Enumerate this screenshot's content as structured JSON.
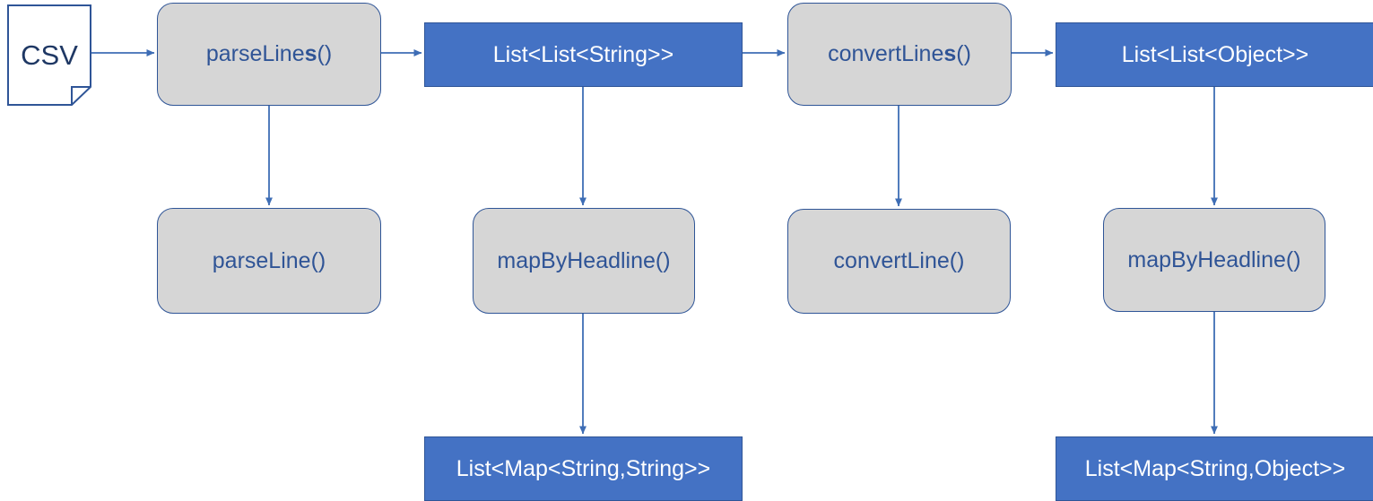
{
  "diagram": {
    "title": "CSV parsing pipeline flowchart",
    "colors": {
      "process_fill": "#D6D6D6",
      "data_fill": "#4472C4",
      "stroke": "#2F5597",
      "process_text": "#2F5496",
      "data_text": "#FFFFFF",
      "doc_text": "#1F3864",
      "background": "#FFFFFF"
    },
    "source": {
      "label": "CSV",
      "shape": "document"
    },
    "nodes": [
      {
        "id": "parse-lines",
        "label_prefix": "parseLine",
        "label_bold": "s",
        "label_suffix": "()",
        "label": "parseLines()",
        "kind": "process"
      },
      {
        "id": "list-list-string",
        "label": "List<List<String>>",
        "kind": "data"
      },
      {
        "id": "convert-lines",
        "label_prefix": "convertLine",
        "label_bold": "s",
        "label_suffix": "()",
        "label": "convertLines()",
        "kind": "process"
      },
      {
        "id": "list-list-object",
        "label": "List<List<Object>>",
        "kind": "data"
      },
      {
        "id": "parse-line",
        "label": "parseLine()",
        "kind": "process"
      },
      {
        "id": "map-by-headline-1",
        "label": "mapByHeadline()",
        "kind": "process"
      },
      {
        "id": "convert-line",
        "label": "convertLine()",
        "kind": "process"
      },
      {
        "id": "map-by-headline-2",
        "label": "mapByHeadline()",
        "kind": "process"
      },
      {
        "id": "list-map-string",
        "label": "List<Map<String,String>>",
        "kind": "data"
      },
      {
        "id": "list-map-object",
        "label": "List<Map<String,Object>>",
        "kind": "data"
      }
    ],
    "edges": [
      {
        "from": "csv",
        "to": "parse-lines",
        "direction": "right"
      },
      {
        "from": "parse-lines",
        "to": "list-list-string",
        "direction": "right"
      },
      {
        "from": "list-list-string",
        "to": "convert-lines",
        "direction": "right"
      },
      {
        "from": "convert-lines",
        "to": "list-list-object",
        "direction": "right"
      },
      {
        "from": "parse-lines",
        "to": "parse-line",
        "direction": "down"
      },
      {
        "from": "list-list-string",
        "to": "map-by-headline-1",
        "direction": "down"
      },
      {
        "from": "convert-lines",
        "to": "convert-line",
        "direction": "down"
      },
      {
        "from": "list-list-object",
        "to": "map-by-headline-2",
        "direction": "down"
      },
      {
        "from": "map-by-headline-1",
        "to": "list-map-string",
        "direction": "down"
      },
      {
        "from": "map-by-headline-2",
        "to": "list-map-object",
        "direction": "down"
      }
    ]
  }
}
